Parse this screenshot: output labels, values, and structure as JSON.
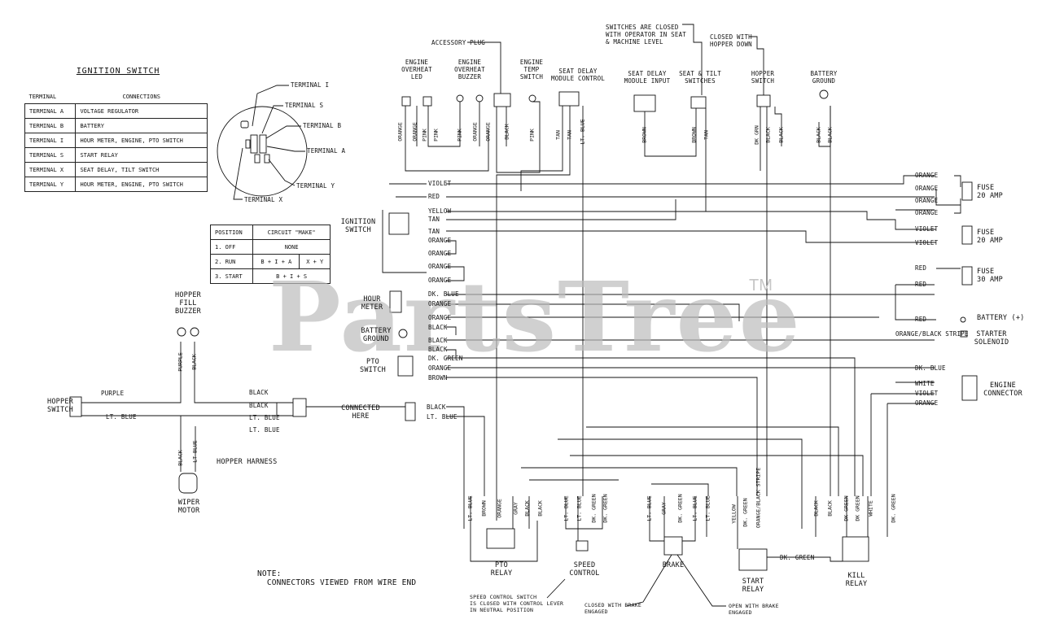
{
  "ignition_switch": {
    "title": "IGNITION SWITCH",
    "col_terminal": "TERMINAL",
    "col_connections": "CONNECTIONS",
    "rows": [
      {
        "terminal": "TERMINAL  A",
        "connection": "VOLTAGE REGULATOR"
      },
      {
        "terminal": "TERMINAL  B",
        "connection": "BATTERY"
      },
      {
        "terminal": "TERMINAL  I",
        "connection": "HOUR METER, ENGINE, PTO SWITCH"
      },
      {
        "terminal": "TERMINAL  S",
        "connection": "START RELAY"
      },
      {
        "terminal": "TERMINAL  X",
        "connection": "SEAT DELAY, TILT SWITCH"
      },
      {
        "terminal": "TERMINAL  Y",
        "connection": "HOUR METER, ENGINE, PTO SWITCH"
      }
    ]
  },
  "terminal_callouts": {
    "i": "TERMINAL I",
    "s": "TERMINAL S",
    "b": "TERMINAL B",
    "a": "TERMINAL A",
    "y": "TERMINAL Y",
    "x": "TERMINAL X"
  },
  "position_table": {
    "col_position": "POSITION",
    "col_circuit": "CIRCUIT \"MAKE\"",
    "rows": [
      {
        "position": "1. OFF",
        "circuit": "NONE",
        "extra": ""
      },
      {
        "position": "2. RUN",
        "circuit": "B + I + A",
        "extra": "X + Y"
      },
      {
        "position": "3. START",
        "circuit": "B + I + S",
        "extra": ""
      }
    ]
  },
  "components": {
    "accessory_plug": "ACCESSORY PLUG",
    "engine_overheat_led": "ENGINE\nOVERHEAT\nLED",
    "engine_overheat_buzzer": "ENGINE\nOVERHEAT\nBUZZER",
    "engine_temp_switch": "ENGINE\nTEMP\nSWITCH",
    "seat_delay_module_control": "SEAT DELAY\nMODULE CONTROL",
    "seat_delay_module_input": "SEAT DELAY\nMODULE INPUT",
    "seat_tilt_switches": "SEAT & TILT\nSWITCHES",
    "hopper_switch_top": "HOPPER\nSWITCH",
    "battery_ground_top": "BATTERY\nGROUND",
    "switches_note": "SWITCHES ARE CLOSED\nWITH OPERATOR IN SEAT\n& MACHINE LEVEL",
    "closed_hopper": "CLOSED WITH\nHOPPER DOWN",
    "ignition_switch": "IGNITION\nSWITCH",
    "hour_meter": "HOUR\nMETER",
    "battery_ground": "BATTERY\nGROUND",
    "pto_switch": "PTO\nSWITCH",
    "fuse_1": "FUSE\n20 AMP",
    "fuse_2": "FUSE\n20 AMP",
    "fuse_3": "FUSE\n30 AMP",
    "battery_plus": "BATTERY (+)",
    "starter_solenoid": "STARTER\nSOLENOID",
    "engine_connector": "ENGINE\nCONNECTOR",
    "hopper_fill_buzzer": "HOPPER\nFILL\nBUZZER",
    "hopper_switch_left": "HOPPER\nSWITCH",
    "connected_here": "CONNECTED\nHERE",
    "hopper_harness": "HOPPER HARNESS",
    "wiper_motor": "WIPER\nMOTOR",
    "pto_relay": "PTO\nRELAY",
    "speed_control": "SPEED\nCONTROL",
    "brake": "BRAKE",
    "start_relay": "START\nRELAY",
    "kill_relay": "KILL\nRELAY",
    "note": "NOTE:\n  CONNECTORS VIEWED FROM WIRE END",
    "speed_note": "SPEED CONTROL SWITCH\nIS CLOSED WITH CONTROL LEVER\nIN NEUTRAL POSITION",
    "brake_closed": "CLOSED WITH BRAKE\nENGAGED",
    "brake_open": "OPEN WITH BRAKE\nENGAGED"
  },
  "wire_labels": {
    "violet": "VIOLET",
    "red": "RED",
    "yellow": "YELLOW",
    "tan": "TAN",
    "orange": "ORANGE",
    "dk_blue": "DK. BLUE",
    "black": "BLACK",
    "dk_green": "DK. GREEN",
    "brown": "BROWN",
    "white": "WHITE",
    "purple": "PURPLE",
    "lt_blue": "LT. BLUE",
    "lt_blue_nodot": "LT BLUE",
    "pink": "PINK",
    "gray": "GRAY",
    "dk_grn": "DK GRN",
    "orange_black_stripe": "ORANGE/BLACK STRIPE",
    "dk_green_nodot": "DK GREEN"
  },
  "watermark": {
    "text": "PartsTree",
    "tm": "TM"
  }
}
